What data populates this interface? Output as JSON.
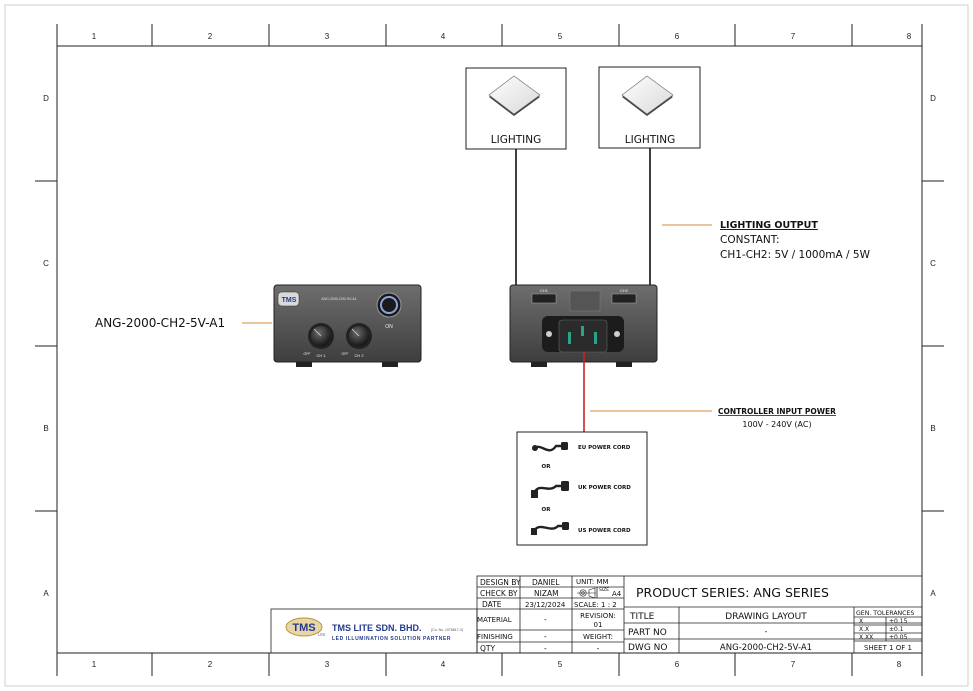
{
  "grid": {
    "columns": [
      "1",
      "2",
      "3",
      "4",
      "5",
      "6",
      "7",
      "8"
    ],
    "rows": [
      "D",
      "C",
      "B",
      "A"
    ]
  },
  "lights": [
    {
      "label": "LIGHTING"
    },
    {
      "label": "LIGHTING"
    }
  ],
  "output": {
    "title": "LIGHTING OUTPUT",
    "line1": "CONSTANT:",
    "line2": "CH1-CH2: 5V / 1000mA / 5W"
  },
  "controller": {
    "model_label": "ANG-2000-CH2-5V-A1",
    "brand": "TMS",
    "front_model": "ANG-2000-CH2-5V-A1",
    "on_label": "ON",
    "ch1": "CH 1",
    "ch2": "CH 2",
    "off": "OFF",
    "rear_ch1": "CH1",
    "rear_ch2": "CH2"
  },
  "input": {
    "title": "CONTROLLER INPUT POWER",
    "spec": "100V - 240V (AC)"
  },
  "cords": [
    {
      "label": "EU POWER CORD"
    },
    {
      "label": "UK POWER CORD"
    },
    {
      "label": "US POWER CORD"
    }
  ],
  "or_text": "OR",
  "title_block": {
    "design_by_label": "DESIGN BY",
    "design_by": "DANIEL",
    "check_by_label": "CHECK BY",
    "check_by": "NIZAM",
    "date_label": "DATE",
    "date": "23/12/2024",
    "material_label": "MATERIAL",
    "material": "-",
    "finishing_label": "FINISHING",
    "finishing": "-",
    "qty_label": "QTY",
    "qty": "-",
    "unit": "UNIT:  MM",
    "size_label": "SIZE",
    "size": "A4",
    "scale": "SCALE: 1 : 2",
    "revision_label": "REVISION:",
    "revision": "01",
    "weight_label": "WEIGHT:",
    "weight": "-",
    "series": "PRODUCT SERIES: ANG SERIES",
    "title_label": "TITLE",
    "title": "DRAWING LAYOUT",
    "part_label": "PART NO",
    "part": "-",
    "dwg_label": "DWG NO",
    "dwg": "ANG-2000-CH2-5V-A1",
    "gen_tol": "GEN. TOLERANCES",
    "tol": [
      {
        "k": "X",
        "v": "±0.15"
      },
      {
        "k": "X.X",
        "v": "±0.1"
      },
      {
        "k": "X.XX",
        "v": "±0.05"
      }
    ],
    "sheet": "SHEET 1 OF 1"
  },
  "company": {
    "logo": "TMS",
    "logo_sub": "LITE",
    "name": "TMS LITE SDN. BHD.",
    "reg": "(Co. No. 1076817-V)",
    "tagline": "LED ILLUMINATION SOLUTION PARTNER"
  }
}
